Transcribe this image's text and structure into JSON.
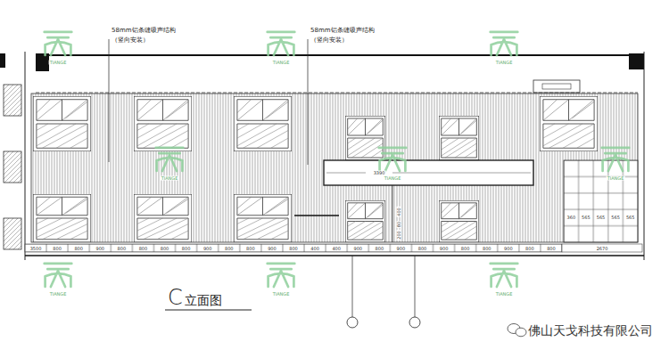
{
  "diagram": {
    "title": "立面图",
    "labels": [
      "C",
      "58mm铝条缝吸声结构",
      "（竖向安装）",
      "58mm铝条缝吸声结构",
      "（竖向安装）",
      "TIANGE",
      "TIANGE",
      "TIANGE",
      "TIANGE",
      "TIANGE",
      "TIANGE",
      "TIANGE",
      "TIANGE",
      "TIANGE",
      "佛山天戈科技有限公司",
      "3500",
      "800",
      "800",
      "900",
      "800",
      "800",
      "800",
      "800",
      "900",
      "800",
      "800",
      "900",
      "800",
      "400",
      "400",
      "900",
      "800",
      "900",
      "800",
      "900",
      "800",
      "800",
      "900",
      "800",
      "800",
      "360",
      "565",
      "565",
      "565",
      "565",
      "2670",
      "3390",
      "400",
      "80",
      "200"
    ]
  }
}
